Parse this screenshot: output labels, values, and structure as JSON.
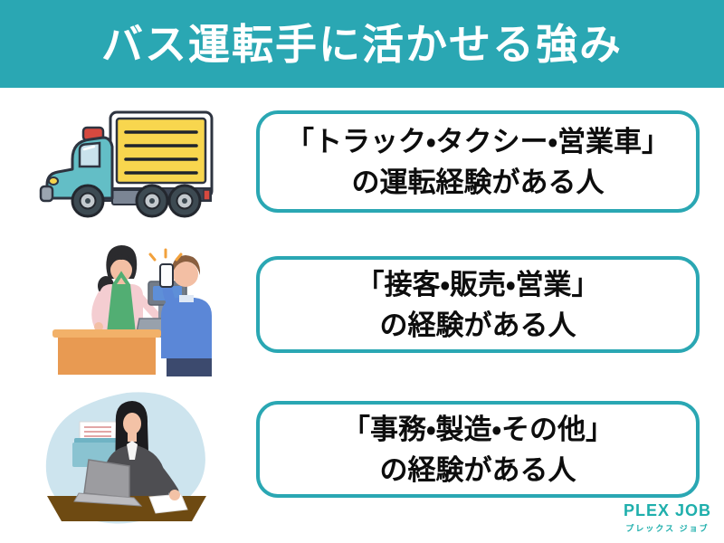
{
  "header": {
    "title": "バス運転手に活かせる強み"
  },
  "rows": [
    {
      "illustration": "truck-illustration",
      "lines": [
        "「トラック・タクシー・営業車」",
        "の運転経験がある人"
      ]
    },
    {
      "illustration": "cashier-illustration",
      "lines": [
        "「接客・販売・営業」",
        "の経験がある人"
      ]
    },
    {
      "illustration": "office-worker-illustration",
      "lines": [
        "「事務・製造・その他」",
        "の経験がある人"
      ]
    }
  ],
  "footer": {
    "logo_main": "PLEX JOB",
    "logo_sub": "プレックス ジョブ"
  },
  "colors": {
    "accent_teal": "#2aa7b3",
    "logo_teal": "#1fafac",
    "text_black": "#0d0d0d",
    "truck_cab": "#63bec6",
    "cargo_yellow": "#f8d64e",
    "counter_orange": "#e89a52",
    "apron_green": "#52ae73",
    "sweater_blue": "#5b87d7",
    "desk_brown": "#6e4a12",
    "blob_blue": "#cde4ee"
  }
}
